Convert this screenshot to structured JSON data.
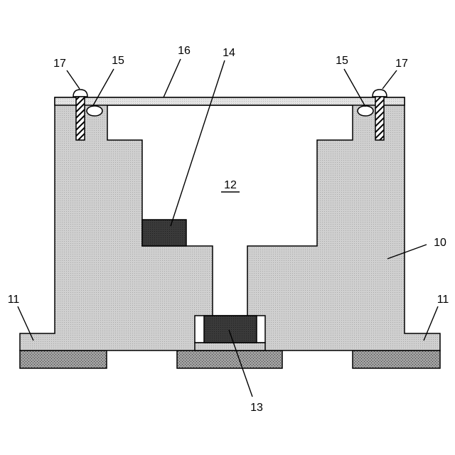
{
  "labels": {
    "body": "10",
    "flange_left": "11",
    "flange_right": "11",
    "cavity": "12",
    "bottom_component": "13",
    "shelf_component": "14",
    "seal_left": "15",
    "seal_right": "15",
    "lid": "16",
    "screw_left": "17",
    "screw_right": "17"
  },
  "colors": {
    "body_fill": "#d0d0d0",
    "lid_fill": "#e2e2e2",
    "pad_fill": "#9c9c9c",
    "component_fill": "#3a3a3a",
    "outline": "#000000",
    "background": "#ffffff"
  },
  "icons": {
    "screw": "screw-icon",
    "seal": "o-ring-seal-icon"
  }
}
